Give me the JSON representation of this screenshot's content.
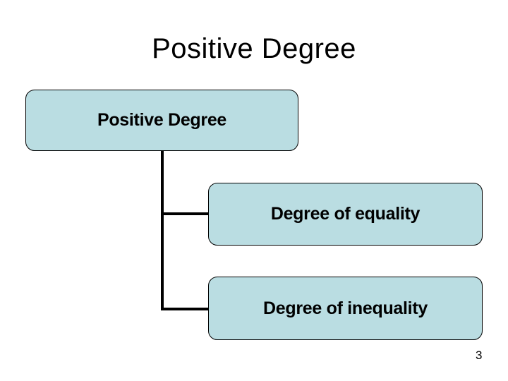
{
  "slide": {
    "title": "Positive Degree",
    "page_number": "3",
    "colors": {
      "background": "#ffffff",
      "box_fill": "#badde2",
      "box_border": "#000000",
      "connector": "#000000",
      "text": "#000000"
    },
    "diagram": {
      "type": "tree",
      "root": {
        "label": "Positive Degree"
      },
      "children": [
        {
          "label": "Degree of equality"
        },
        {
          "label": "Degree of inequality"
        }
      ]
    }
  }
}
